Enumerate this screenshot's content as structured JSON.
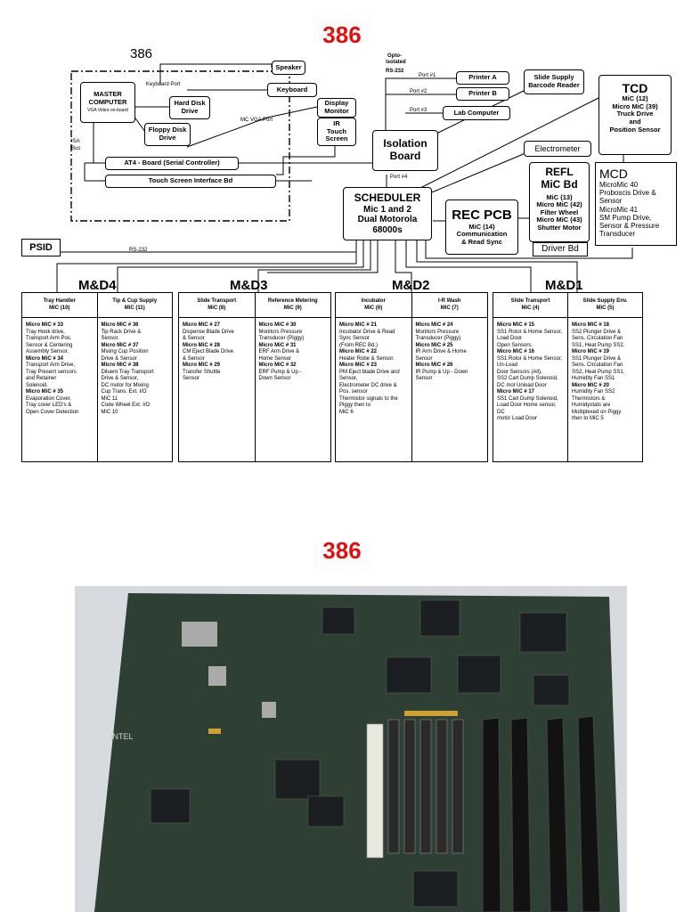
{
  "page_title_top": "386",
  "page_title_bottom": "386",
  "label_386_handwritten": "386",
  "labels": {
    "keyboard_port": "Keyboard Port",
    "isa_bus_1": "ISA",
    "isa_bus_2": "Bus",
    "mc_vga_port": "MC VGA Port",
    "opto_1": "Opto-",
    "opto_2": "isolated",
    "opto_3": "RS-232",
    "port1": "Port #1",
    "port2": "Port #2",
    "port3": "Port #3",
    "port4": "Port #4",
    "rs232": "RS-232"
  },
  "boxes": {
    "master_computer": [
      "MASTER",
      "COMPUTER"
    ],
    "master_sub": "VGA Video on-board",
    "hard_disk": [
      "Hard Disk",
      "Drive"
    ],
    "floppy_disk": [
      "Floppy Disk",
      "Drive"
    ],
    "speaker": "Speaker",
    "keyboard": "Keyboard",
    "display_monitor": [
      "Display",
      "Monitor"
    ],
    "ir_touch": [
      "IR",
      "Touch",
      "Screen"
    ],
    "at4_board": "AT4 - Board (Serial Controller)",
    "touch_screen_bd": "Touch Screen Interface Bd",
    "printer_a": "Printer A",
    "printer_b": "Printer B",
    "lab_computer": "Lab Computer",
    "slide_supply_reader": [
      "Slide Supply",
      "Barcode Reader"
    ],
    "isolation_board": [
      "Isolation",
      "Board"
    ],
    "electrometer": "Electrometer",
    "tcd_title": "TCD",
    "tcd_lines": [
      "MiC (12)",
      "Micro MiC (39)",
      "Truck Drive",
      "and",
      "Position Sensor"
    ],
    "mcd_title": "MCD",
    "mcd_lines": [
      "MicroMic 40",
      "Proboscis Drive &",
      "Sensor",
      "MicroMic 41",
      "SM Pump Drive,",
      "Sensor & Pressure",
      "Transducer"
    ],
    "refl_title": [
      "REFL",
      "MiC Bd"
    ],
    "refl_lines": [
      "MiC (13)",
      "Micro MiC (42)",
      "Filter Wheel",
      "Micro MiC (43)",
      "Shutter Motor"
    ],
    "driver_bd": "Driver Bd",
    "scheduler": [
      "SCHEDULER",
      "Mic 1 and 2",
      "Dual Motorola",
      "68000s"
    ],
    "rec_pcb_title": "REC PCB",
    "rec_pcb_lines": [
      "MiC (14)",
      "Communication",
      "& Read Sync"
    ],
    "psid": "PSID"
  },
  "groups": {
    "md4": {
      "title": "M&D4",
      "left_head": [
        "Tray Handler",
        "MiC (10)"
      ],
      "right_head": [
        "Tip & Cup Supply",
        "MiC (11)"
      ],
      "left_body": [
        {
          "t": "Micro MiC # 33",
          "b": true
        },
        {
          "t": "Tray Hook drive,"
        },
        {
          "t": "Transport Arm Pos."
        },
        {
          "t": "Sensor & Centering"
        },
        {
          "t": "Assembly Sensor."
        },
        {
          "t": "Micro MiC # 34",
          "b": true
        },
        {
          "t": "Transport Arm Drive,"
        },
        {
          "t": "Tray Present sensors"
        },
        {
          "t": "and Retainer"
        },
        {
          "t": "Solenoid."
        },
        {
          "t": "Micro MiC # 35",
          "b": true
        },
        {
          "t": "Evaporation Cover,"
        },
        {
          "t": "Tray cover LED's &"
        },
        {
          "t": "Open Cover Detection"
        }
      ],
      "right_body": [
        {
          "t": "Micro MiC # 36",
          "b": true
        },
        {
          "t": "Tip Rack Drive &"
        },
        {
          "t": "Sensor."
        },
        {
          "t": "Micro MiC # 37",
          "b": true
        },
        {
          "t": "Mixing Cup Position"
        },
        {
          "t": "Drive & Sensor"
        },
        {
          "t": "Micro MiC # 38",
          "b": true
        },
        {
          "t": "Diluent Tray Transport"
        },
        {
          "t": "Drive & Sensor,"
        },
        {
          "t": "DC motor for Mixing"
        },
        {
          "t": "Cup Trans. Ext. I/O"
        },
        {
          "t": "MiC 11"
        },
        {
          "t": "Code Wheel Ext. I/O"
        },
        {
          "t": "MiC 10"
        }
      ]
    },
    "md3": {
      "title": "M&D3",
      "left_head": [
        "Slide Transport",
        "MiC (8)"
      ],
      "right_head": [
        "Reference Metering",
        "MiC (9)"
      ],
      "left_body": [
        {
          "t": "Micro MiC # 27",
          "b": true
        },
        {
          "t": "Dispense Blade Drive"
        },
        {
          "t": "& Sensor"
        },
        {
          "t": " "
        },
        {
          "t": "Micro MiC # 28",
          "b": true
        },
        {
          "t": "CM Eject Blade Drive"
        },
        {
          "t": "& Sensor"
        },
        {
          "t": " "
        },
        {
          "t": "Micro MiC # 29",
          "b": true
        },
        {
          "t": "Transfer Shuttle"
        },
        {
          "t": "Sensor"
        }
      ],
      "right_body": [
        {
          "t": "Micro MiC # 30",
          "b": true
        },
        {
          "t": "Monitors Pressure"
        },
        {
          "t": "Transducer (Piggy)"
        },
        {
          "t": " "
        },
        {
          "t": "Micro MiC # 31",
          "b": true
        },
        {
          "t": "ERF Arm Drive &"
        },
        {
          "t": "Home Sensor"
        },
        {
          "t": " "
        },
        {
          "t": "Micro MiC # 32",
          "b": true
        },
        {
          "t": "ERF Pump & Up -"
        },
        {
          "t": "Down Sensor"
        }
      ]
    },
    "md2": {
      "title": "M&D2",
      "left_head": [
        "Incubator",
        "MiC (6)"
      ],
      "right_head": [
        "I-R Wash",
        "MiC (7)"
      ],
      "left_body": [
        {
          "t": "Micro MiC # 21",
          "b": true
        },
        {
          "t": "Incubator Drive & Read"
        },
        {
          "t": "Sync Sensor"
        },
        {
          "t": "(From REC Bd.)"
        },
        {
          "t": " "
        },
        {
          "t": "Micro MiC # 22",
          "b": true
        },
        {
          "t": "Heater Robe & Sensor."
        },
        {
          "t": "Micro MiC # 23",
          "b": true
        },
        {
          "t": "PM Eject blade Drive and"
        },
        {
          "t": "Sensor,"
        },
        {
          "t": "Electrometer DC drive &"
        },
        {
          "t": "Pos. sensor"
        },
        {
          "t": " "
        },
        {
          "t": "Thermistor signals to the"
        },
        {
          "t": "Piggy then to"
        },
        {
          "t": "MiC 6"
        }
      ],
      "right_body": [
        {
          "t": "Micro MiC # 24",
          "b": true
        },
        {
          "t": "Monitors Pressure"
        },
        {
          "t": "Transducer (Piggy)"
        },
        {
          "t": " "
        },
        {
          "t": "Micro MiC # 25",
          "b": true
        },
        {
          "t": "IR Arm Drive & Home"
        },
        {
          "t": "Sensor"
        },
        {
          "t": " "
        },
        {
          "t": "Micro MiC # 26",
          "b": true
        },
        {
          "t": "IR Pump & Up - Down"
        },
        {
          "t": "Sensor"
        }
      ]
    },
    "md1": {
      "title": "M&D1",
      "left_head": [
        "Slide Transport",
        "MiC (4)"
      ],
      "right_head": [
        "Slide Supply Env.",
        "MiC (5)"
      ],
      "left_body": [
        {
          "t": "Micro MiC # 15",
          "b": true
        },
        {
          "t": "SS1 Rotor & Home Sensor,"
        },
        {
          "t": "Load Door"
        },
        {
          "t": "Open Sensors."
        },
        {
          "t": "Micro MiC # 16",
          "b": true
        },
        {
          "t": "SS1 Rotor & Home Sensor,"
        },
        {
          "t": "Un-Load"
        },
        {
          "t": "Door Sensors (All),"
        },
        {
          "t": "SS2 Cart Dump Solenoid,"
        },
        {
          "t": "DC mot Unload Door"
        },
        {
          "t": "Micro MiC # 17",
          "b": true
        },
        {
          "t": "SS1 Cart Dump Solenoid,"
        },
        {
          "t": "Load Door Home sensor, DC"
        },
        {
          "t": "motor Load Door"
        }
      ],
      "right_body": [
        {
          "t": "Micro MiC # 18",
          "b": true
        },
        {
          "t": "SS2 Plunger Drive &"
        },
        {
          "t": "Sens. Circulation Fan"
        },
        {
          "t": "SS1, Heat Pump SS2."
        },
        {
          "t": "Micro MiC # 19",
          "b": true
        },
        {
          "t": "SS1 Plunger Drive &"
        },
        {
          "t": "Sens. Circulation Fan"
        },
        {
          "t": "SS2, Heat Pump SS1,"
        },
        {
          "t": "Humidity Fan SS1"
        },
        {
          "t": "Micro MiC # 20",
          "b": true
        },
        {
          "t": "Humidity Fan SS2"
        },
        {
          "t": " "
        },
        {
          "t": "Thermistors &"
        },
        {
          "t": "Humidystats are"
        },
        {
          "t": "Multiplexed on Piggy"
        },
        {
          "t": "then to MiC 5"
        }
      ]
    }
  },
  "photo": {
    "board_silkscreen": "INTEL",
    "board_color": "#2e3f34",
    "background_color": "#d7dade"
  }
}
